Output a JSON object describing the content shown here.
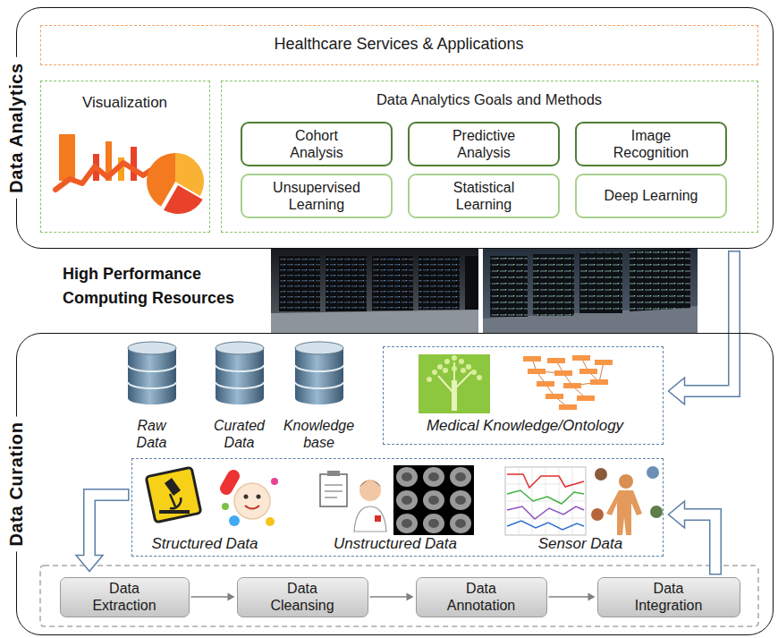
{
  "diagram": {
    "nodes": [
      {
        "text": [
          "Data Analytics"
        ]
      },
      {
        "text": [
          "Healthcare Services & Applications"
        ],
        "in": 0
      },
      {
        "text": [
          "Visualization"
        ],
        "in": 0
      },
      {
        "text": [
          "Data Analytics Goals and Methods"
        ],
        "in": 0
      },
      {
        "text": [
          "Cohort Analysis"
        ],
        "in": 3
      },
      {
        "text": [
          "Predictive Analysis"
        ],
        "in": 3
      },
      {
        "text": [
          "Image Recognition"
        ],
        "in": 3
      },
      {
        "text": [
          "Unsupervised Learning"
        ],
        "in": 3
      },
      {
        "text": [
          "Statistical Learning"
        ],
        "in": 3
      },
      {
        "text": [
          "Deep Learning"
        ],
        "in": 3
      },
      {
        "text": [
          "Data Curation"
        ]
      },
      {
        "text": [
          "Raw Data"
        ],
        "in": 10
      },
      {
        "text": [
          "Curated Data"
        ],
        "in": 10
      },
      {
        "text": [
          "Knowledge base"
        ],
        "in": 10
      },
      {
        "text": [
          "Medical Knowledge/Ontology"
        ],
        "in": 10
      },
      {
        "text": [
          "Structured Data",
          "Unstructured Data",
          "Sensor Data"
        ],
        "in": 10
      },
      {
        "text": [
          "Data Extraction"
        ],
        "in": 10
      },
      {
        "text": [
          "Data Cleansing"
        ],
        "in": 10
      },
      {
        "text": [
          "Data Annotation"
        ],
        "in": 10
      },
      {
        "text": [
          "Data Integration"
        ],
        "in": 10
      }
    ],
    "edges": [
      {
        "from": 0,
        "to": 14,
        "arrow": "to"
      },
      {
        "from": 15,
        "to": 16,
        "arrow": "to"
      },
      {
        "from": 16,
        "to": 17,
        "arrow": "to"
      },
      {
        "from": 17,
        "to": 18,
        "arrow": "to"
      },
      {
        "from": 18,
        "to": 19,
        "arrow": "to"
      },
      {
        "from": 19,
        "to": 15,
        "arrow": "to"
      }
    ],
    "labels": [
      "High Performance Computing Resources"
    ]
  }
}
